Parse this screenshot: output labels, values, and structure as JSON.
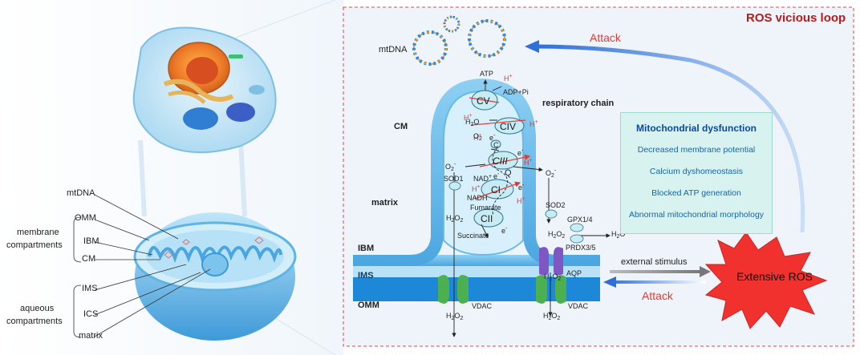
{
  "left": {
    "labels": {
      "mtdna": "mtDNA",
      "omm": "OMM",
      "ibm": "IBM",
      "cm": "CM",
      "ims": "IMS",
      "ics": "ICS",
      "matrix": "matrix"
    },
    "groups": {
      "membrane": [
        "membrane",
        "compartments"
      ],
      "aqueous": [
        "aqueous",
        "compartments"
      ]
    }
  },
  "right": {
    "title": "ROS vicious loop",
    "mtdna": "mtDNA",
    "attack_top": "Attack",
    "attack_bottom": "Attack",
    "external_stimulus": "external stimulus",
    "extensive_ros": "Extensive ROS",
    "respiratory_chain": "respiratory chain",
    "cm": "CM",
    "matrix": "matrix",
    "ibm": "IBM",
    "ims": "IMS",
    "omm": "OMM",
    "atp": "ATP",
    "adp_pi": "ADP+Pi",
    "h_plus": "H",
    "o2": "O",
    "complexes": {
      "cv": "CV",
      "civ": "CIV",
      "ciii": "CIII",
      "ci": "CI",
      "cii": "CII",
      "c": "C",
      "q": "Q"
    },
    "e_minus": "e",
    "sod1": "SOD1",
    "sod2": "SOD2",
    "nad": "NAD",
    "nadh": "NADH",
    "fumarate": "Fumarate",
    "succinate": "Succinate",
    "gpx": "GPX1/4",
    "prdx": "PRDX3/5",
    "aqp": "AQP",
    "vdac": "VDAC"
  },
  "dysfunction": {
    "title": "Mitochondrial dysfunction",
    "items": [
      "Decreased membrane potential",
      "Calcium dyshomeostasis",
      "Blocked ATP generation",
      "Abnormal mitochondrial morphology"
    ]
  },
  "colors": {
    "accent_red": "#e53935",
    "ros_star": "#f0312e",
    "membrane_blue": "#5fb4e6",
    "box_teal": "#d8f3ef",
    "arrow_blue": "#2f78d8"
  }
}
